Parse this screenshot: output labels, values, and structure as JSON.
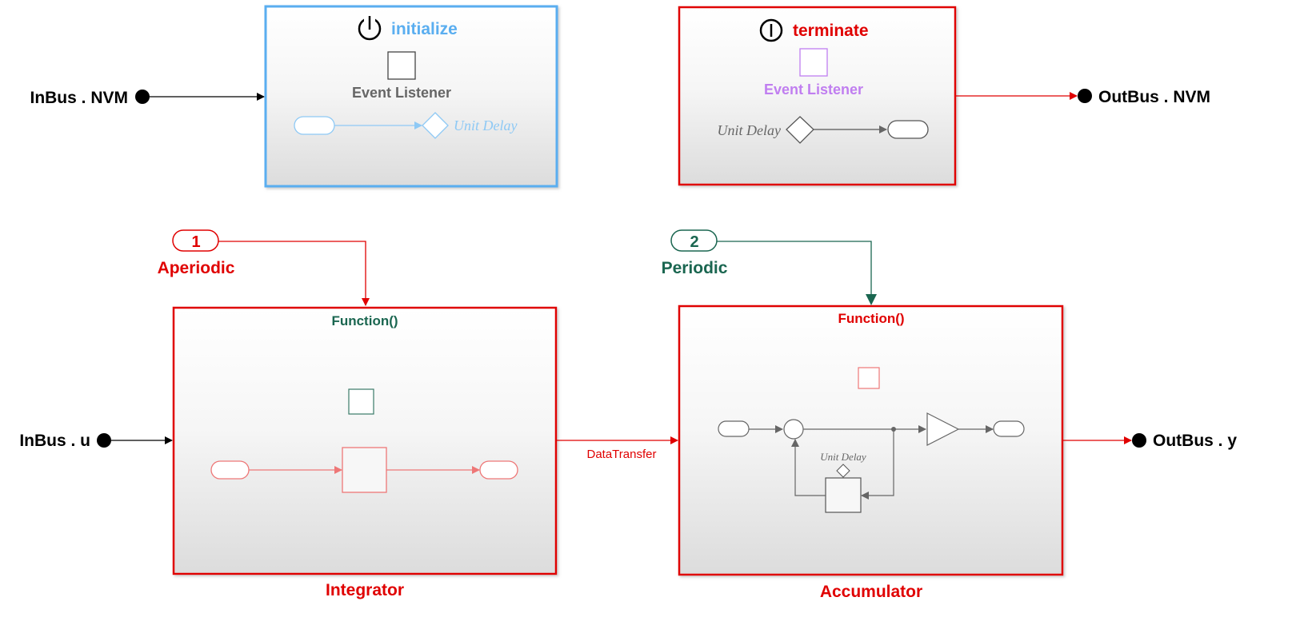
{
  "ports": {
    "in_nvm": "InBus . NVM",
    "out_nvm": "OutBus . NVM",
    "in_u": "InBus . u",
    "out_y": "OutBus . y"
  },
  "initialize_block": {
    "title": "initialize",
    "event_listener": "Event Listener",
    "unit_delay": "Unit Delay",
    "color": "#5aaef0"
  },
  "terminate_block": {
    "title": "terminate",
    "event_listener": "Event Listener",
    "unit_delay": "Unit Delay",
    "color": "#e00000",
    "listener_color": "#c07ef0"
  },
  "function_ports": {
    "aperiodic": {
      "number": "1",
      "label": "Aperiodic",
      "color": "#e00000"
    },
    "periodic": {
      "number": "2",
      "label": "Periodic",
      "color": "#1a6650"
    }
  },
  "integrator_block": {
    "trigger_label": "Function()",
    "name": "Integrator",
    "trigger_color": "#1a6650"
  },
  "accumulator_block": {
    "trigger_label": "Function()",
    "name": "Accumulator",
    "unit_delay": "Unit Delay"
  },
  "signals": {
    "data_transfer": "DataTransfer"
  }
}
